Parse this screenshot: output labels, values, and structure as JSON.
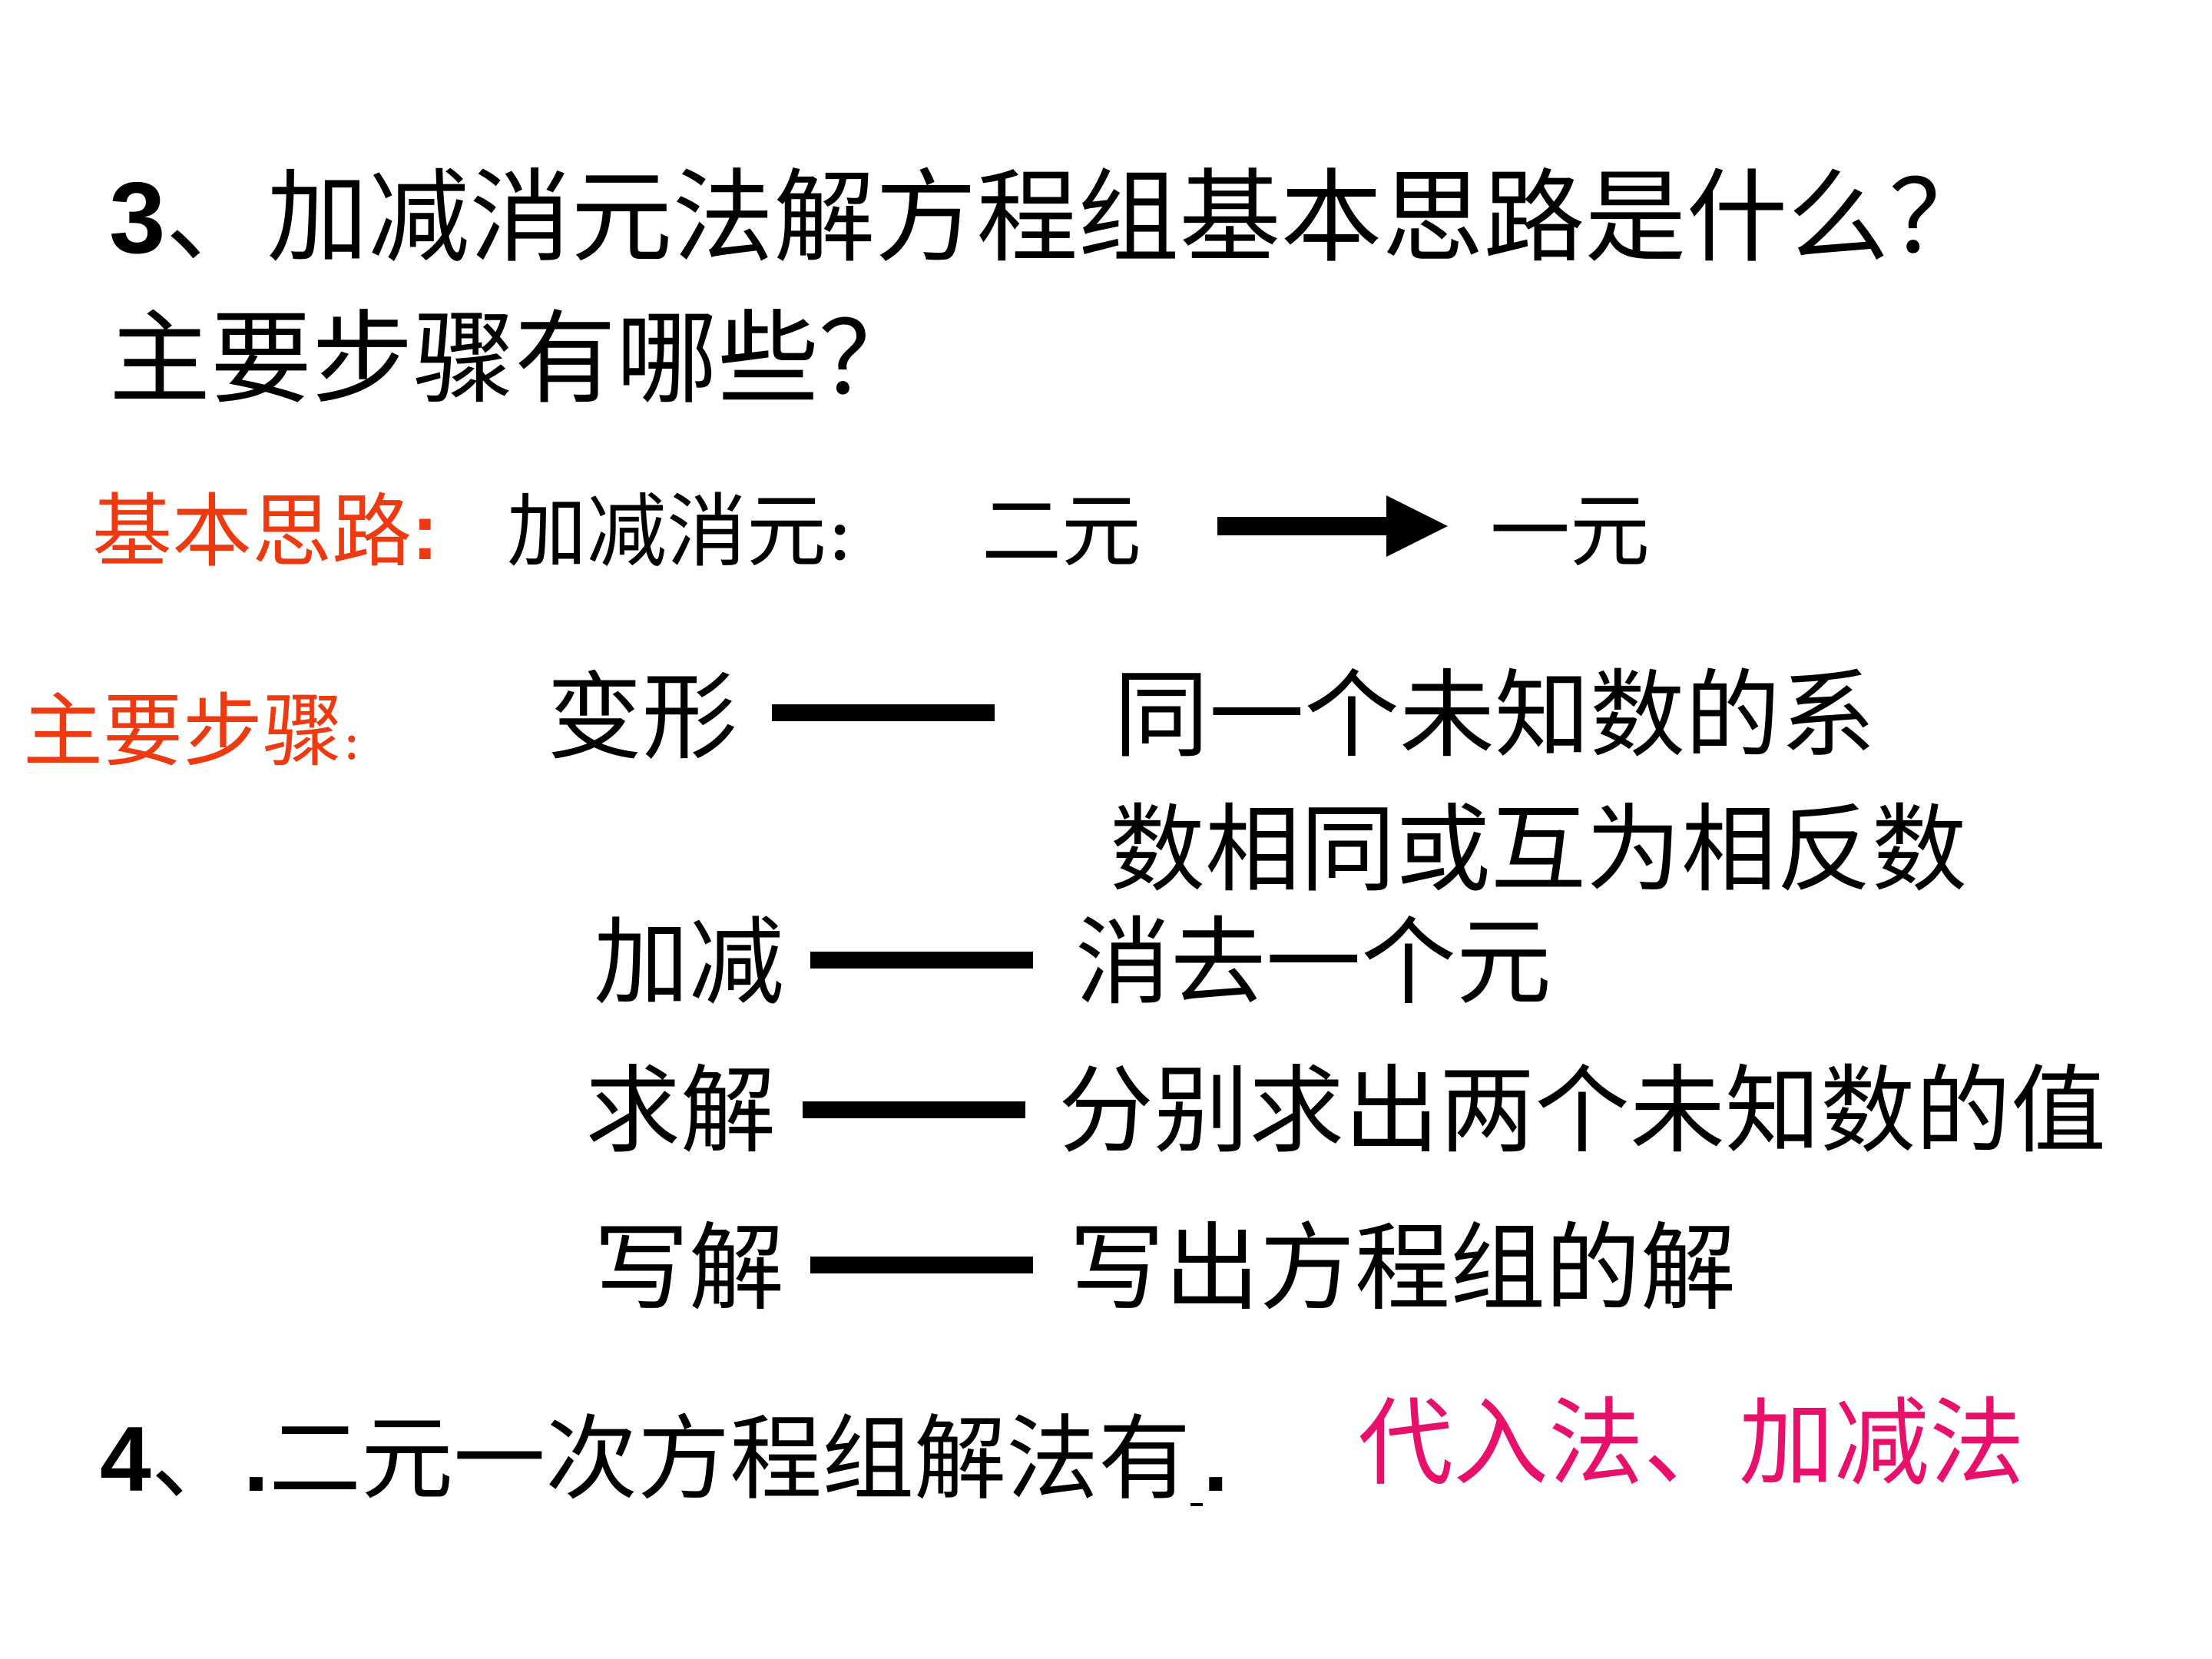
{
  "question3": {
    "number": "3",
    "line1": "、加减消元法解方程组基本思路是什么？",
    "line2": "主要步骤有哪些？"
  },
  "basic_idea": {
    "label": "基本思路",
    "colon": ":",
    "method": "加减消元:",
    "from": "二元",
    "to": "一元"
  },
  "main_steps": {
    "label": "主要步骤",
    "colon": ":",
    "steps": [
      {
        "name": "变形",
        "desc_line1": "同一个未知数的系",
        "desc_line2": "数相同或互为相反数"
      },
      {
        "name": "加减",
        "desc": "消去一个元"
      },
      {
        "name": "求解",
        "desc": "分别求出两个未知数的值"
      },
      {
        "name": "写解",
        "desc": "写出方程组的解"
      }
    ]
  },
  "question4": {
    "number": "4",
    "prefix": "、",
    "dot1": ".",
    "text": "二元一次方程组解法有",
    "dot2": ".",
    "answer": "代入法、加减法"
  },
  "colors": {
    "label_red": "#ee3a10",
    "answer_pink": "#e8106a"
  }
}
